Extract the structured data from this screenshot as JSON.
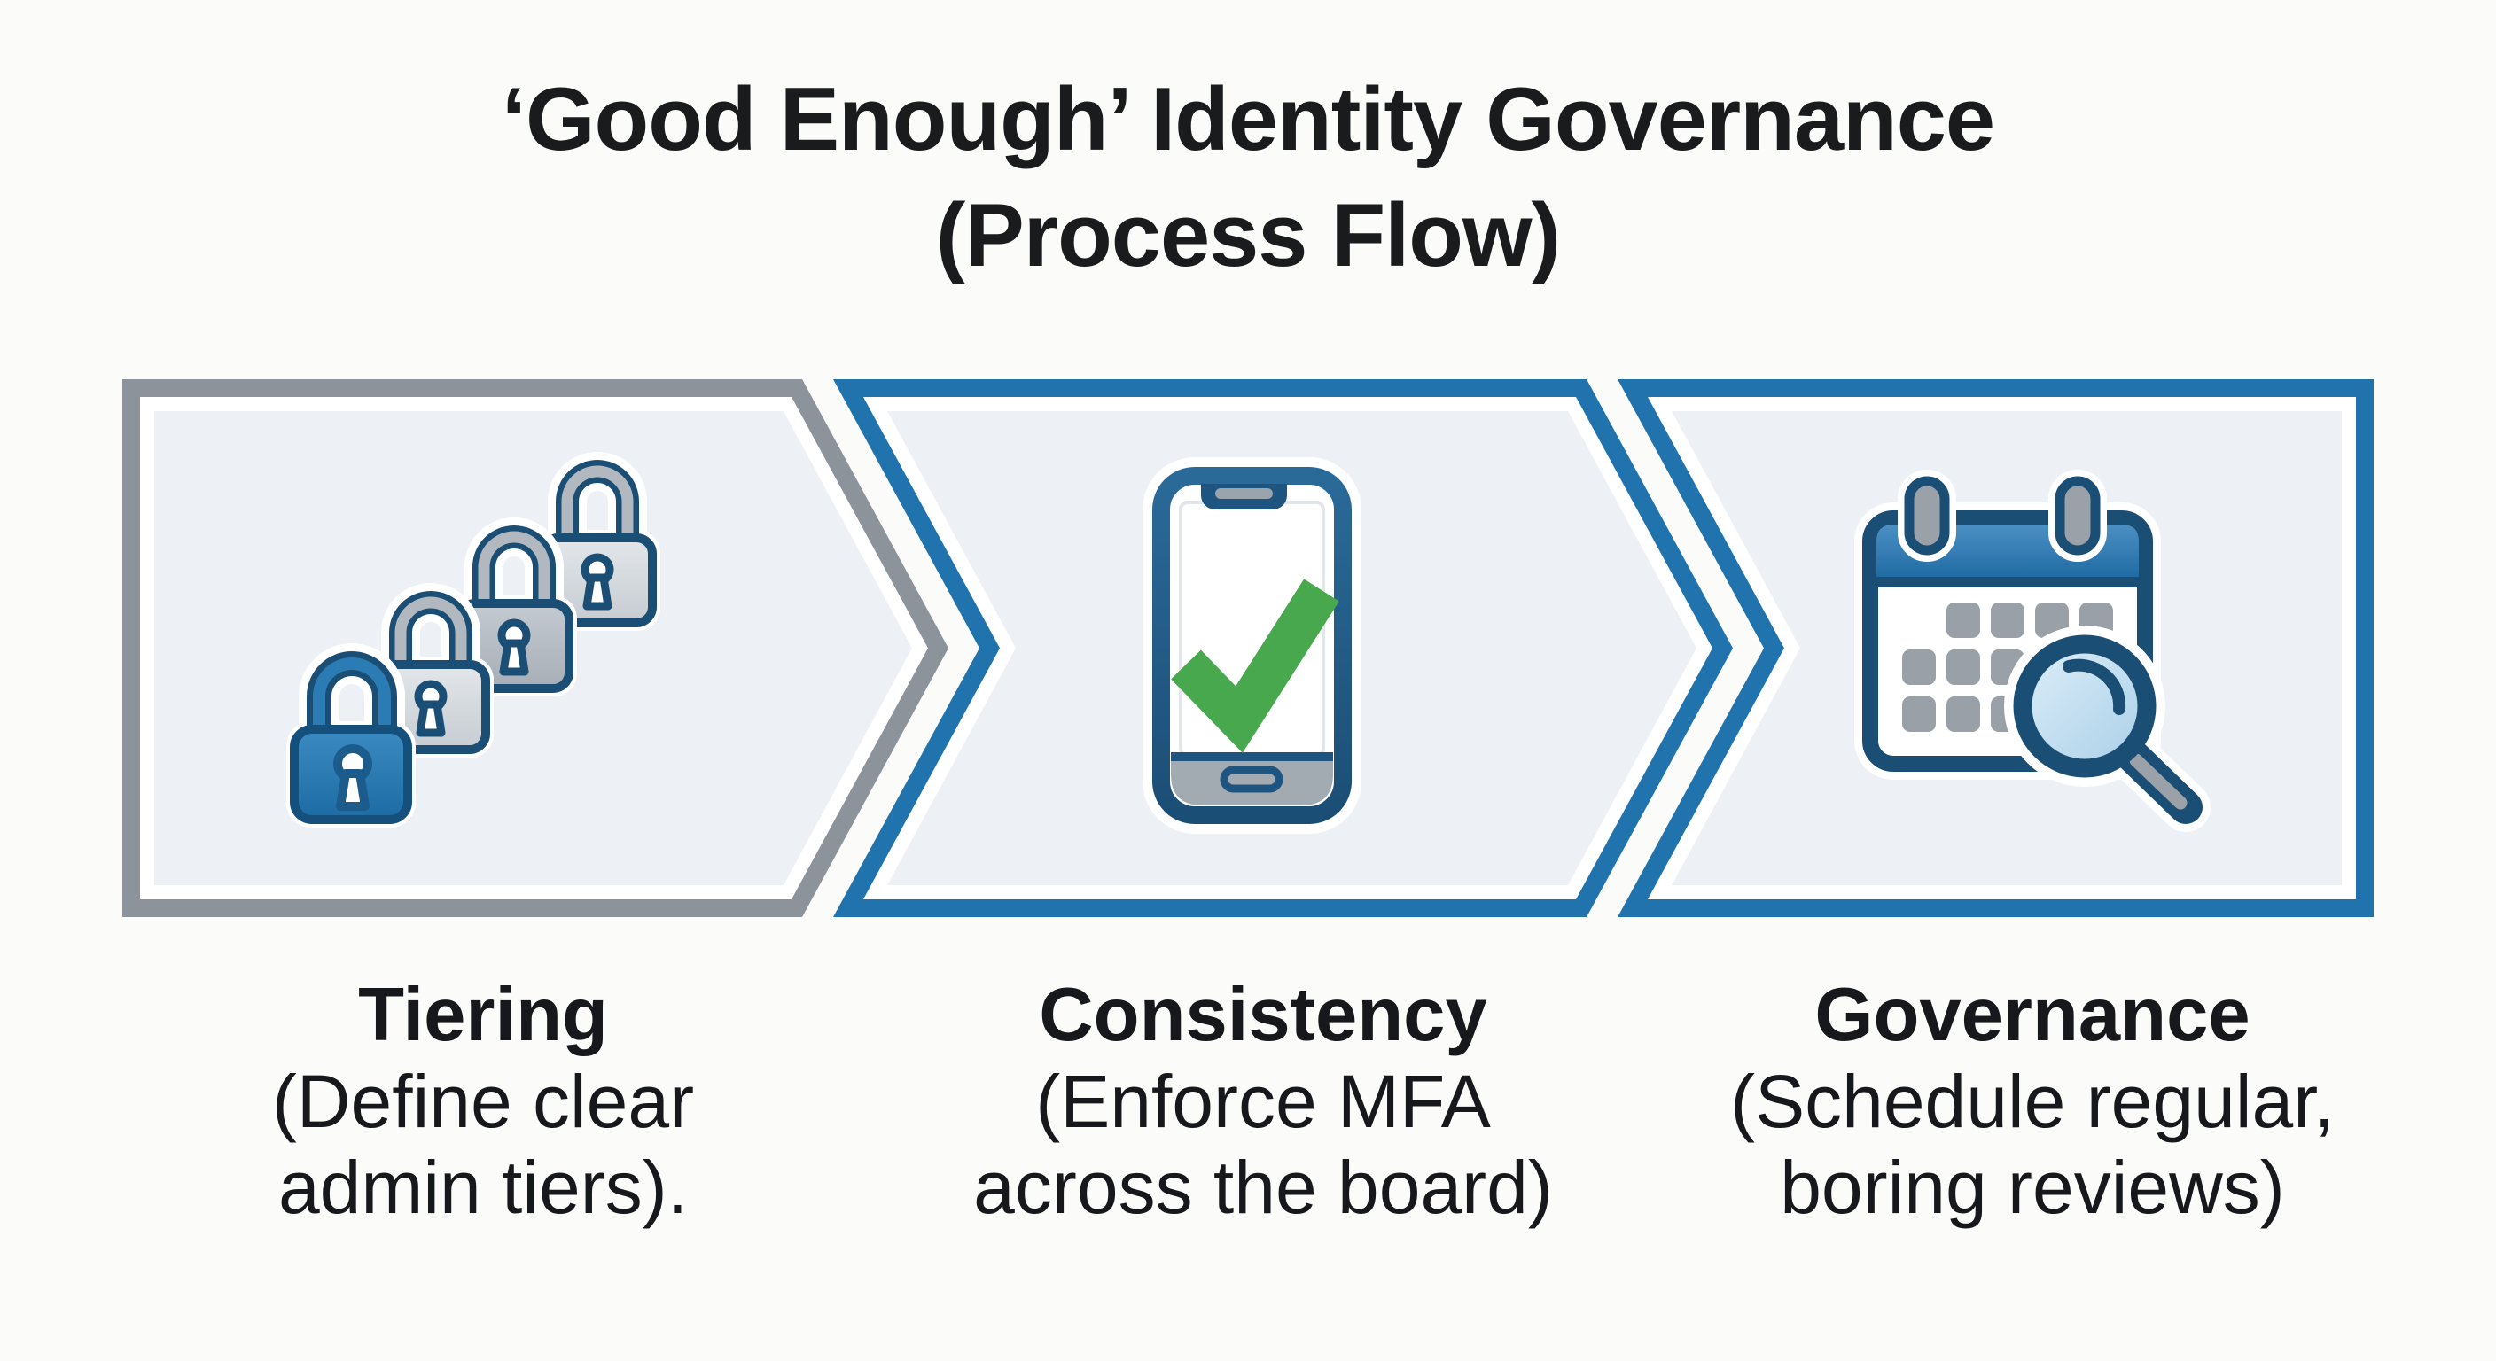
{
  "title": {
    "line1": "‘Good Enough’ Identity Governance",
    "line2": "(Process Flow)"
  },
  "steps": [
    {
      "name": "Tiering",
      "sub_line1": "(Define clear",
      "sub_line2": "admin tiers).",
      "icon": "padlock-tiers-icon",
      "border_color": "#8c939b"
    },
    {
      "name": "Consistency",
      "sub_line1": "(Enforce MFA",
      "sub_line2": "across the board)",
      "icon": "phone-mfa-check-icon",
      "border_color": "#2173ae"
    },
    {
      "name": "Governance",
      "sub_line1": "(Schedule regular,",
      "sub_line2": "boring reviews)",
      "icon": "calendar-review-icon",
      "border_color": "#2173ae"
    }
  ],
  "colors": {
    "background": "#fbfbfa",
    "text": "#1a1b1d",
    "step_gray_border": "#8c939b",
    "step_blue_border": "#2173ae",
    "panel_fill": "#edf1f5",
    "gap_white": "#ffffff",
    "icon_outline_dark_blue": "#1b4e75",
    "icon_blue": "#2b7cb4",
    "icon_gray": "#9aa1a9",
    "check_green": "#47a84e",
    "lens_blue": "#bcd9ee"
  }
}
